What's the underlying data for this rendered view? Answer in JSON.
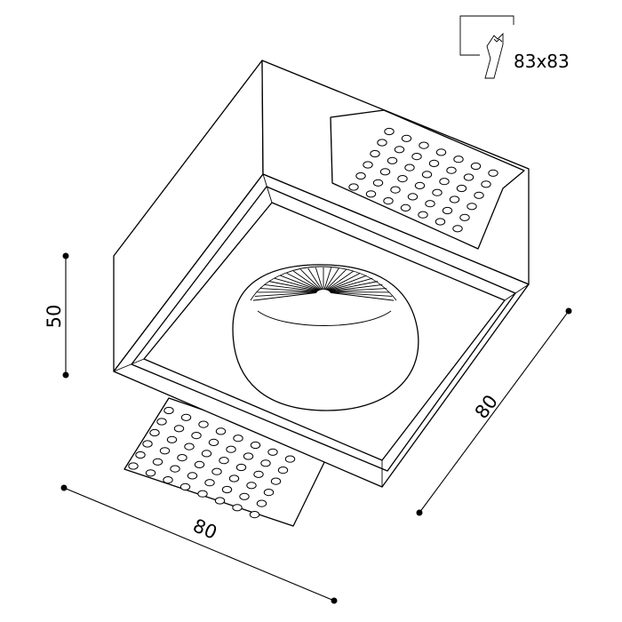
{
  "dimensions": {
    "height_label": "50",
    "width_label": "80",
    "depth_label": "80"
  },
  "cutout": {
    "label": "83x83",
    "icon": "ceiling-cutout-icon"
  },
  "colors": {
    "line": "#000000",
    "background": "#ffffff"
  }
}
